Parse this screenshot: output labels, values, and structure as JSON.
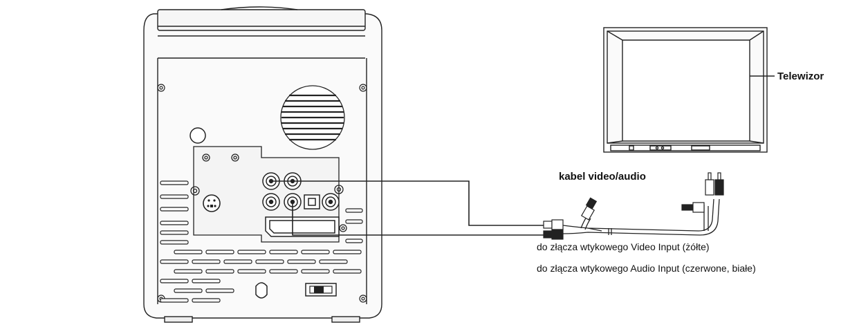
{
  "labels": {
    "tv": "Telewizor",
    "cable": "kabel video/audio",
    "video_input": "do złącza wtykowego Video Input (żółte)",
    "audio_input": "do złącza wtykowego Audio Input (czerwone, białe)"
  },
  "colors": {
    "line": "#222222",
    "background": "#ffffff",
    "panel": "#f2f2f2"
  },
  "icons": {
    "unit": "audio-system-rear-panel",
    "tv": "television-icon",
    "cable": "rca-av-cable-icon"
  }
}
